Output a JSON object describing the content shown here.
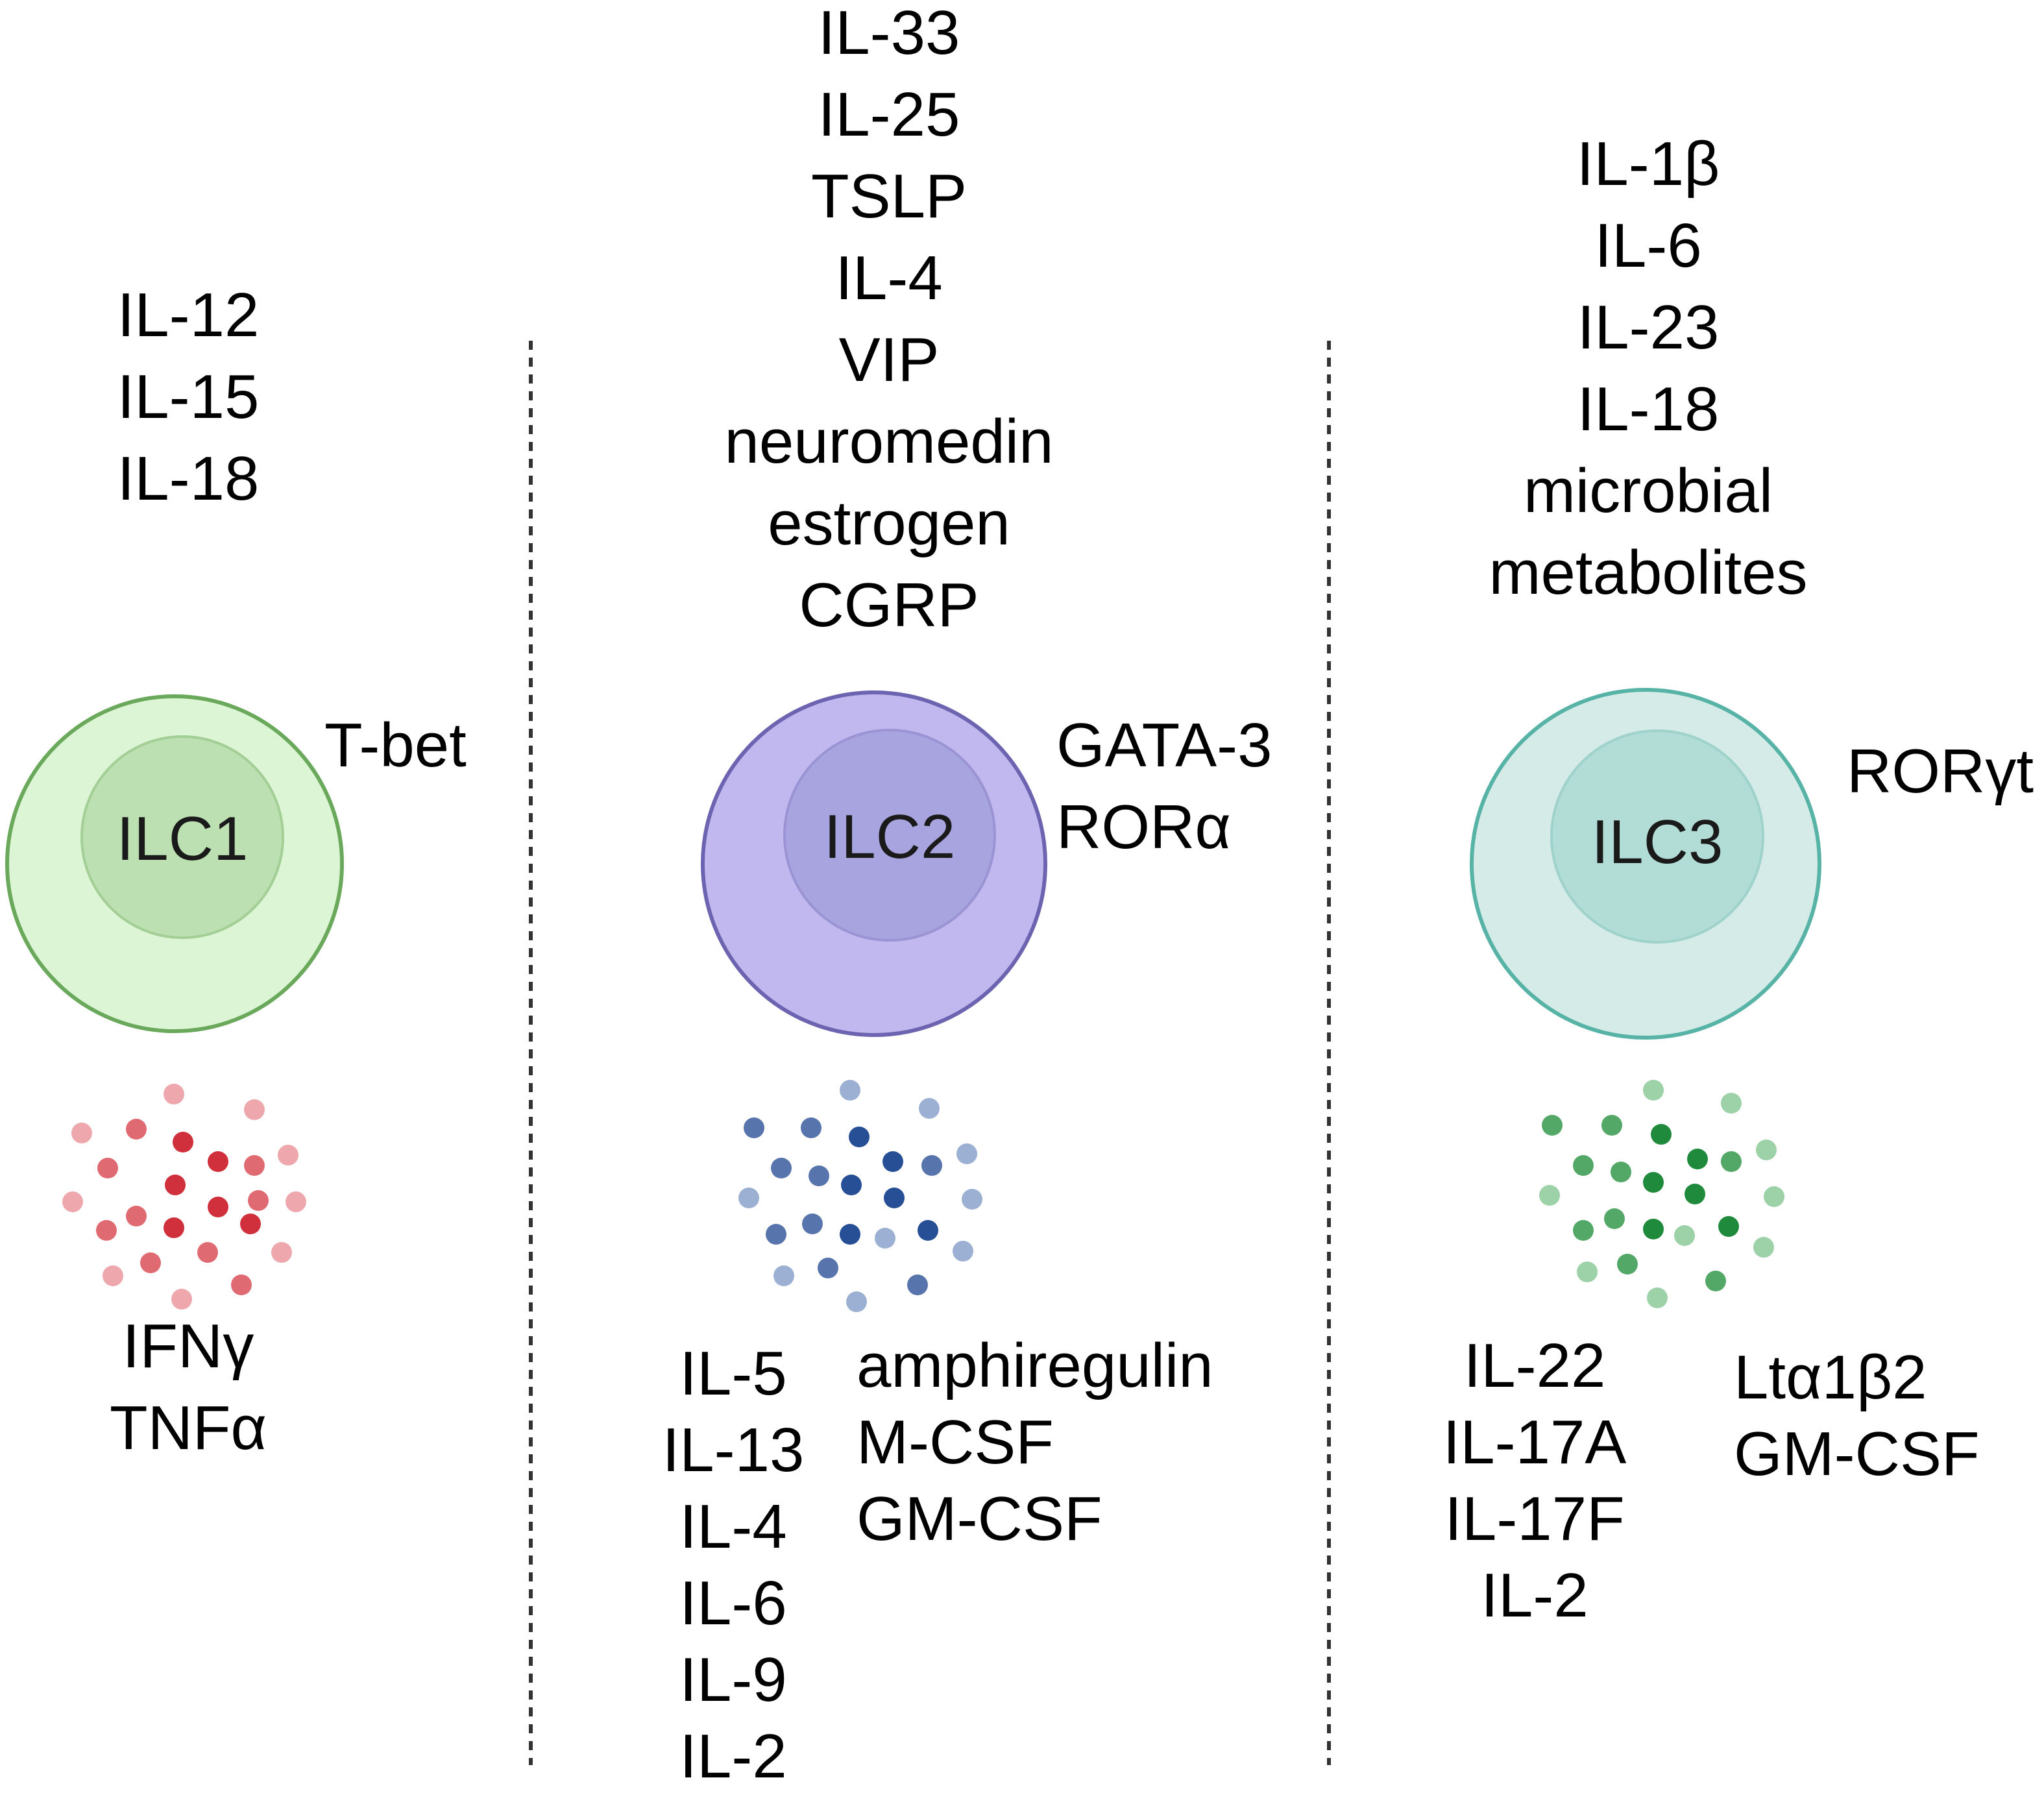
{
  "colors": {
    "ilc1_outer_fill": "#dcf5d4",
    "ilc1_outer_stroke": "#6aa95b",
    "ilc1_inner_fill": "#bde0b2",
    "ilc1_inner_stroke": "#a3cf97",
    "ilc2_outer_fill": "#c2b8f0",
    "ilc2_outer_stroke": "#6c64b0",
    "ilc2_inner_fill": "#a8a4e0",
    "ilc2_inner_stroke": "#9a94d4",
    "ilc3_outer_fill": "#d5ebe8",
    "ilc3_outer_stroke": "#57b3a6",
    "ilc3_inner_fill": "#b2dcd6",
    "ilc3_inner_stroke": "#9fd2cb",
    "red_dark": "#d0303c",
    "red_mid": "#e06a72",
    "red_light": "#eea7ac",
    "blue_dark": "#274f96",
    "blue_mid": "#5774ad",
    "blue_light": "#9cb0d4",
    "green_dark": "#1f8a3b",
    "green_mid": "#54a867",
    "green_light": "#9dd2a8",
    "divider": "#333333"
  },
  "ilc1": {
    "label": "ILC1",
    "transcription_factor": "T-bet",
    "inducers": [
      "IL-12",
      "IL-15",
      "IL-18"
    ],
    "products": [
      "IFNγ",
      "TNFα"
    ]
  },
  "ilc2": {
    "label": "ILC2",
    "transcription_factors": [
      "GATA-3",
      "RORα"
    ],
    "inducers": [
      "IL-33",
      "IL-25",
      "TSLP",
      "IL-4",
      "VIP",
      "neuromedin",
      "estrogen",
      "CGRP"
    ],
    "products_left": [
      "IL-5",
      "IL-13",
      "IL-4",
      "IL-6",
      "IL-9",
      "IL-2"
    ],
    "products_right": [
      "amphiregulin",
      "M-CSF",
      "GM-CSF"
    ]
  },
  "ilc3": {
    "label": "ILC3",
    "transcription_factor": "RORγt",
    "inducers": [
      "IL-1β",
      "IL-6",
      "IL-23",
      "IL-18",
      "microbial",
      "metabolites"
    ],
    "products_left": [
      "IL-22",
      "IL-17A",
      "IL-17F",
      "IL-2"
    ],
    "products_right": [
      "Ltα1β2",
      "GM-CSF"
    ]
  }
}
